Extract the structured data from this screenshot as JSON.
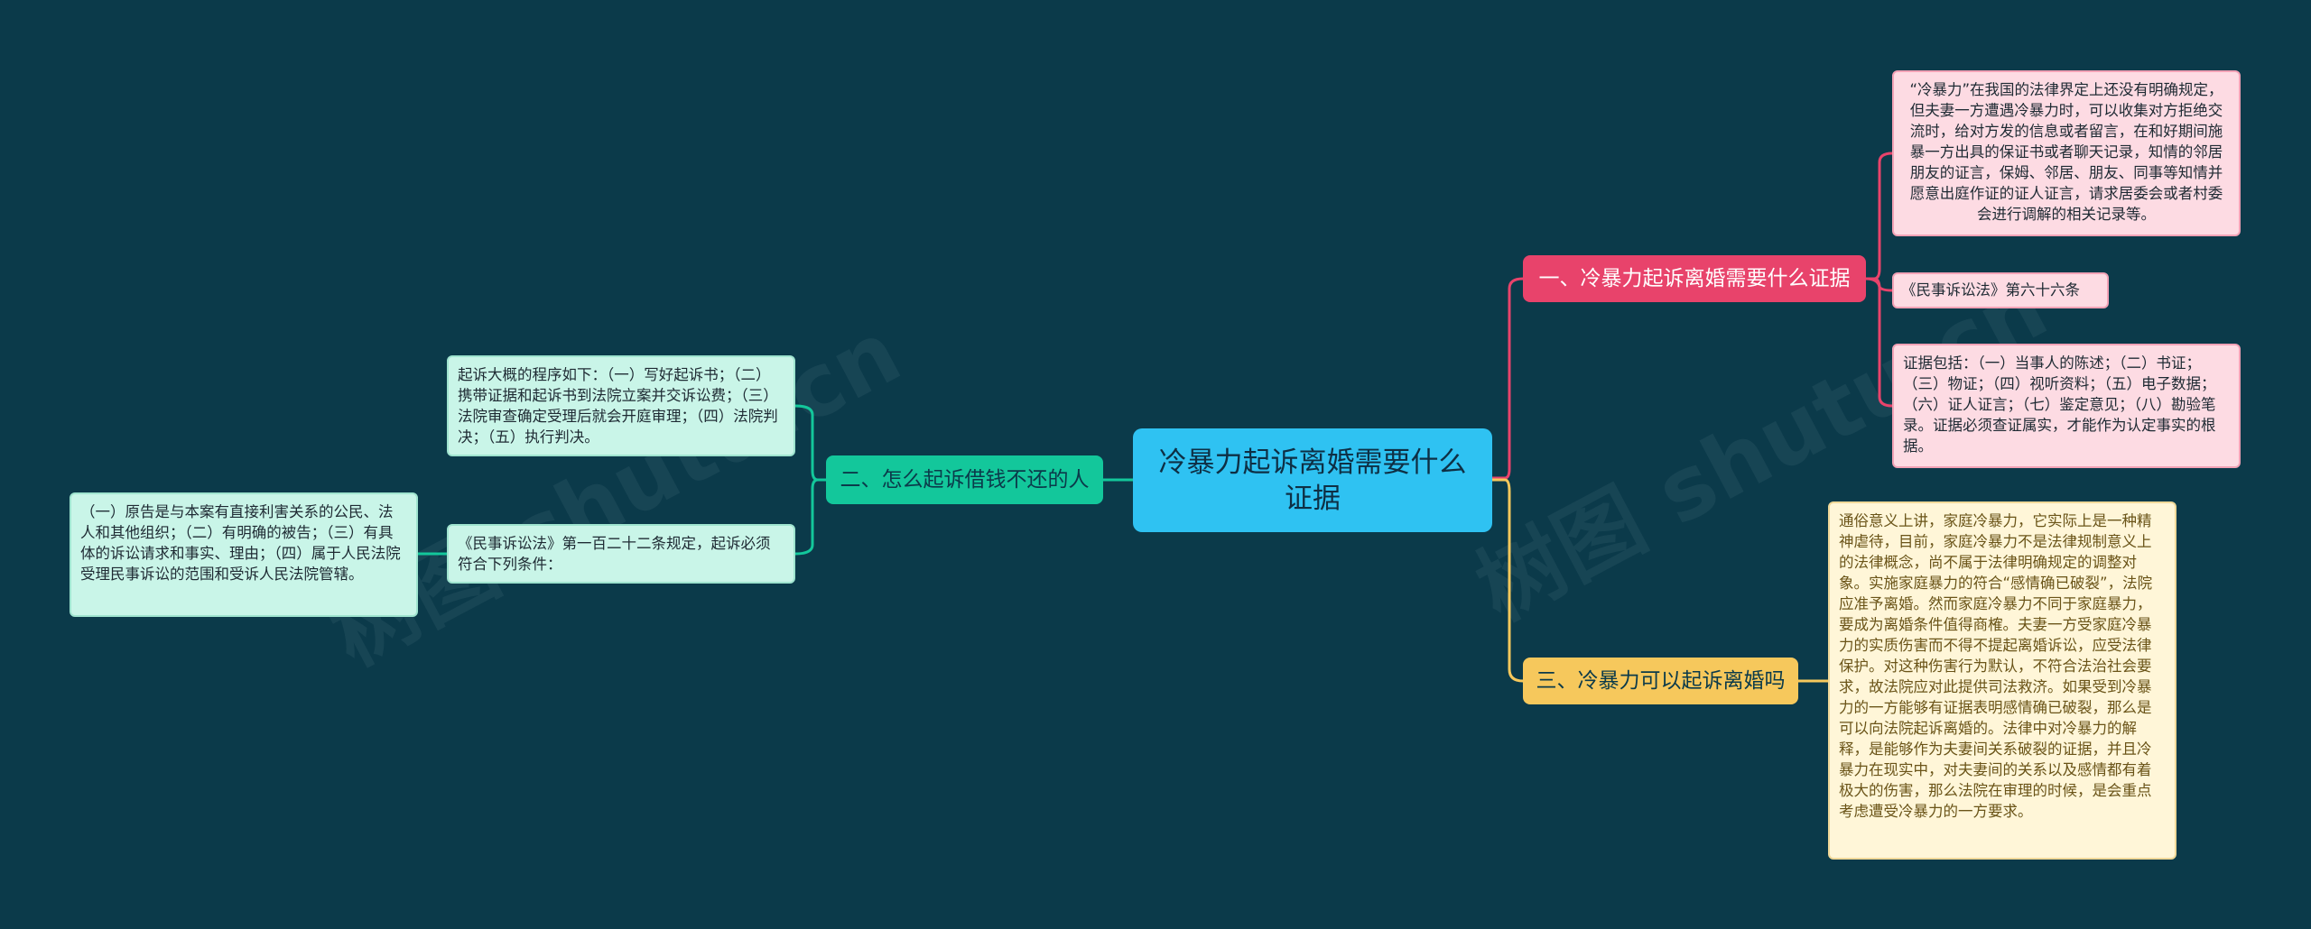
{
  "colors": {
    "background": "#0b3a4a",
    "root": "#2fc2f2",
    "branch_1": "#e8436b",
    "branch_2": "#13c79b",
    "branch_3": "#f6c85c"
  },
  "root": {
    "label": "冷暴力起诉离婚需要什么证据"
  },
  "branches": [
    {
      "label": "一、冷暴力起诉离婚需要什么证据",
      "children": [
        "“冷暴力”在我国的法律界定上还没有明确规定，但夫妻一方遭遇冷暴力时，可以收集对方拒绝交流时，给对方发的信息或者留言，在和好期间施暴一方出具的保证书或者聊天记录，知情的邻居朋友的证言，保姆、邻居、朋友、同事等知情并愿意出庭作证的证人证言，请求居委会或者村委会进行调解的相关记录等。",
        "《民事诉讼法》第六十六条",
        "证据包括：（一）当事人的陈述；（二）书证；（三）物证；（四）视听资料；（五）电子数据；（六）证人证言；（七）鉴定意见；（八）勘验笔录。证据必须查证属实，才能作为认定事实的根据。"
      ]
    },
    {
      "label": "二、怎么起诉借钱不还的人",
      "children": [
        "起诉大概的程序如下：（一）写好起诉书；（二）携带证据和起诉书到法院立案并交诉讼费；（三）法院审查确定受理后就会开庭审理；（四）法院判决；（五）执行判决。",
        "《民事诉讼法》第一百二十二条规定，起诉必须符合下列条件：",
        "（一）原告是与本案有直接利害关系的公民、法人和其他组织；（二）有明确的被告；（三）有具体的诉讼请求和事实、理由；（四）属于人民法院受理民事诉讼的范围和受诉人民法院管辖。"
      ]
    },
    {
      "label": "三、冷暴力可以起诉离婚吗",
      "children": [
        "通俗意义上讲，家庭冷暴力，它实际上是一种精神虐待，目前，家庭冷暴力不是法律规制意义上的法律概念，尚不属于法律明确规定的调整对象。实施家庭暴力的符合“感情确已破裂”，法院应准予离婚。然而家庭冷暴力不同于家庭暴力，要成为离婚条件值得商榷。夫妻一方受家庭冷暴力的实质伤害而不得不提起离婚诉讼，应受法律保护。对这种伤害行为默认，不符合法治社会要求，故法院应对此提供司法救济。如果受到冷暴力的一方能够有证据表明感情确已破裂，那么是可以向法院起诉离婚的。法律中对冷暴力的解释，是能够作为夫妻间关系破裂的证据，并且冷暴力在现实中，对夫妻间的关系以及感情都有着极大的伤害，那么法院在审理的时候，是会重点考虑遭受冷暴力的一方要求。"
      ]
    }
  ]
}
